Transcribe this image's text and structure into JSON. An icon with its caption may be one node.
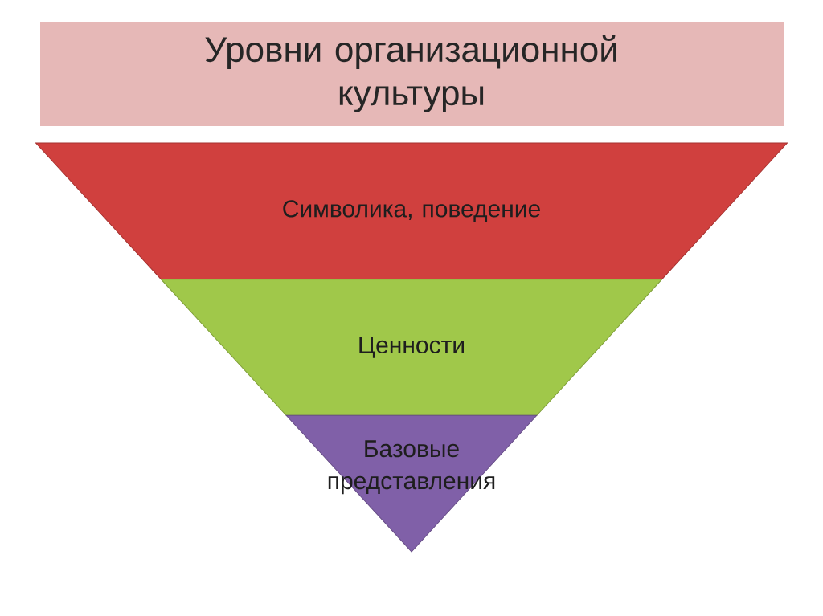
{
  "diagram": {
    "title": "Уровни организационной культуры",
    "nodes": [
      {
        "text": [
          "Символика, поведение"
        ]
      },
      {
        "text": [
          "Ценности"
        ]
      },
      {
        "text": [
          "Базовые представления"
        ]
      }
    ]
  }
}
